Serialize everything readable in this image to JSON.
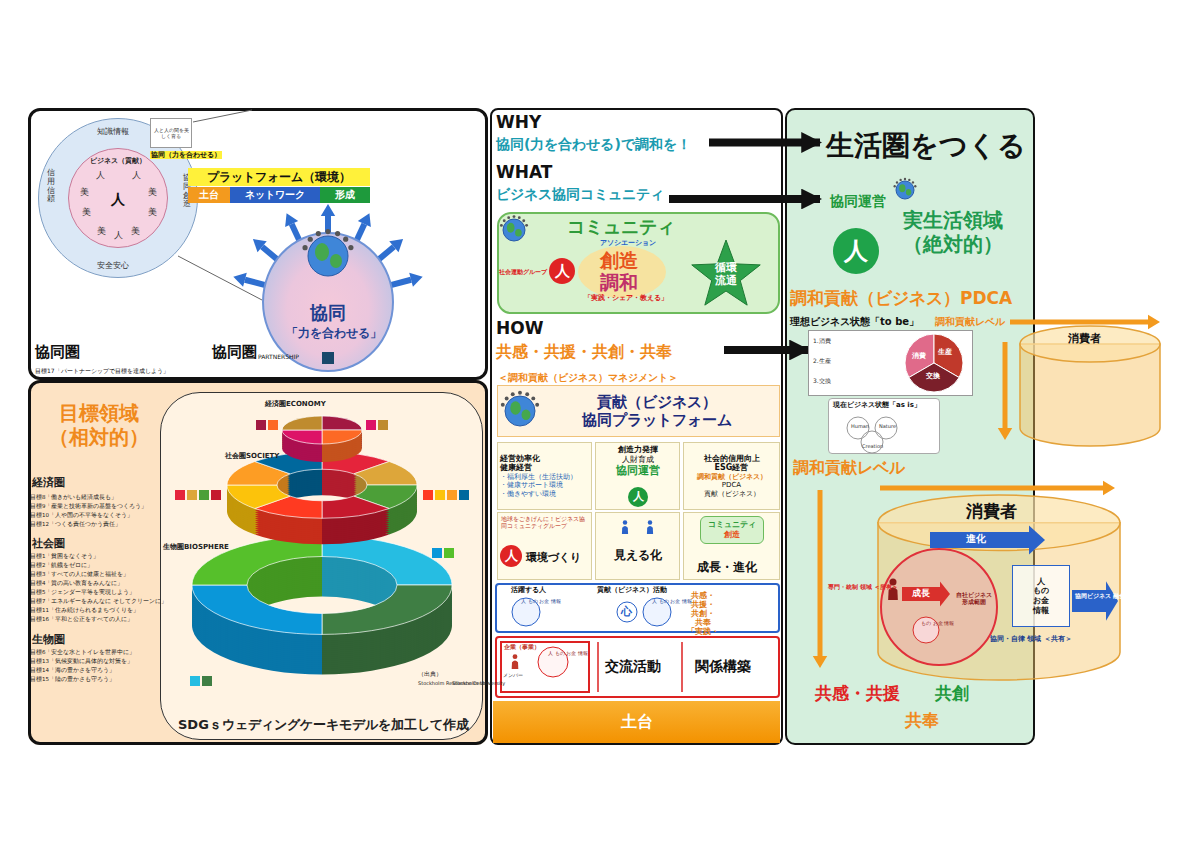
{
  "diagram": {
    "nodes": [
      {
        "text": [
          "協同圏",
          "目標17「パートナーシップで目標を達成しよう」"
        ]
      },
      {
        "text": [
          "知識情報",
          "信用信頼",
          "協同創造",
          "安全安心"
        ],
        "in": 0
      },
      {
        "text": [
          "ビジネス（貢献）"
        ],
        "in": 1
      },
      {
        "text": [
          "人と人の間を美しく育る"
        ],
        "in": 0
      },
      {
        "text": [
          "プラットフォーム（環境）"
        ],
        "in": 0
      },
      {
        "text": [
          "土台"
        ],
        "in": 0
      },
      {
        "text": [
          "ネットワーク"
        ],
        "in": 0
      },
      {
        "text": [
          "形成"
        ],
        "in": 0
      },
      {
        "text": [
          "協同",
          "「力を合わせる」"
        ],
        "in": 0
      },
      {
        "text": [
          "目標領域 （相対的）"
        ]
      },
      {
        "text": [
          "SDGｓウェディングケーキモデルを加工して作成"
        ],
        "in": 9
      },
      {
        "text": [
          "＜調和貢献（ビジネス）マネジメント＞"
        ]
      },
      {
        "text": [
          "WHY",
          "協同(力を合わせる)で調和を！"
        ],
        "in": 11
      },
      {
        "text": [
          "WHAT",
          "ビジネス協同コミュニティ"
        ],
        "in": 11
      },
      {
        "text": [
          "コミュニティ"
        ],
        "in": 11
      },
      {
        "text": [
          "人"
        ],
        "in": 14
      },
      {
        "text": [
          "循環 流通"
        ],
        "in": 14
      },
      {
        "text": [
          "HOW",
          "共感・共援・共創・共奉"
        ],
        "in": 11
      },
      {
        "text": [
          "貢献（ビジネス）",
          "協同プラットフォーム"
        ],
        "in": 11
      },
      {
        "text": [
          "経営効率化",
          "健康経営",
          "・福利厚生（生活扶助）",
          "・健康サポート環境",
          "・働きやすい環境"
        ],
        "in": 11
      },
      {
        "text": [
          "創造力発揮",
          "人財育成",
          "協同運営"
        ],
        "in": 11
      },
      {
        "text": [
          "人"
        ],
        "in": 20
      },
      {
        "text": [
          "社会的信用向上",
          "ESG経営",
          "調和貢献（ビジネス）",
          "PDCA",
          "貢献（ビジネス）"
        ],
        "in": 11
      },
      {
        "text": [
          "地球をごきげんに！ビジネス協同コミュニティグループ",
          "環境づくり"
        ],
        "in": 11
      },
      {
        "text": [
          "人"
        ],
        "in": 23
      },
      {
        "text": [
          "見える化"
        ],
        "in": 11
      },
      {
        "text": [
          "成長・進化"
        ],
        "in": 11
      },
      {
        "text": [
          "コミュニティ",
          "創造"
        ],
        "in": 26
      },
      {
        "text": [
          "活躍する人",
          "貢献（ビジネス）活動",
          "共感・共援・共創・共奉 「実践・シェア・教える」"
        ],
        "in": 11
      },
      {
        "text": [
          "交流活動",
          "関係構築"
        ],
        "in": 11
      },
      {
        "text": [
          "企業（事業）"
        ],
        "in": 29
      },
      {
        "text": [
          "土台"
        ],
        "in": 11
      },
      {
        "text": [
          "実生活領域 （絶対的）"
        ]
      },
      {
        "text": [
          "生活圏をつくる"
        ],
        "in": 32
      },
      {
        "text": [
          "協同運営"
        ],
        "in": 32
      },
      {
        "text": [
          "人"
        ],
        "in": 32
      },
      {
        "text": [
          "1.消費",
          "2.生産",
          "3.交換"
        ],
        "in": 32
      },
      {
        "text": [
          "消費",
          "生産",
          "交換"
        ],
        "in": 36
      },
      {
        "text": [
          "消費者"
        ]
      },
      {
        "text": [
          "現在ビジネス状態「as is」"
        ],
        "in": 32
      },
      {
        "text": [
          "消費者"
        ]
      },
      {
        "text": [
          "自社ビジネス 形成範囲"
        ],
        "in": 40
      },
      {
        "text": [
          "人 もの お金 情報"
        ],
        "in": 40
      }
    ],
    "edges": [
      {
        "from": 12,
        "to": 33,
        "arrow": "to"
      },
      {
        "from": 13,
        "to": 34,
        "arrow": "to"
      },
      {
        "from": 17,
        "to": 36,
        "arrow": "to"
      }
    ],
    "labels": [
      "協同（力を合わせる）",
      "人",
      "人",
      "美",
      "美",
      "人",
      "美",
      "美",
      "美",
      "人",
      "美",
      "協同圏",
      "PARTNERSHIP",
      "経済圏",
      "目標8「働きがいも経済成長も」",
      "目標9「産業と技術革新の基盤をつくろう」",
      "目標10「人や国の不平等をなくそう」",
      "目標12「つくる責任つかう責任」",
      "社会圏",
      "目標1「貧困をなくそう」",
      "目標2「飢餓をゼロに」",
      "目標3「すべての人に健康と福祉を」",
      "目標4「質の高い教育をみんなに」",
      "目標5「ジェンダー平等を実現しよう」",
      "目標7「エネルギーをみんなに そしてクリーンに」",
      "目標11「住み続けられるまちづくりを」",
      "目標16「平和と公正をすべての人に」",
      "生物圏",
      "目標6「安全な水とトイレを世界中に」",
      "目標13「気候変動に具体的な対策を」",
      "目標14「海の豊かさを守ろう」",
      "目標15「陸の豊かさも守ろう」",
      "経済圏ECONOMY",
      "社会圏SOCIETY",
      "生物圏BIOSPHERE",
      "（出典）",
      "Stockholm Resilience Centre",
      "Stockholm University",
      "社会運動グループ",
      "アソシエーション",
      "創造",
      "調和",
      "「実践・シェア・教える」",
      "人 もの お金 情報",
      "心",
      "人 もの お金 情報",
      "メンバー",
      "人 もの お金 情報",
      "調和貢献（ビジネス）PDCA",
      "理想ビジネス状態「to be」",
      "調和貢献レベル",
      "Human",
      "Nature",
      "Creation",
      "調和貢献レベル",
      "進化",
      "成長",
      "専門・統制 領域 ＜所有＞",
      "もの お金 情報",
      "協同ビジネス 融合",
      "協同・自律 領域 ＜共有＞",
      "共感・共援",
      "共創",
      "共奉"
    ]
  }
}
